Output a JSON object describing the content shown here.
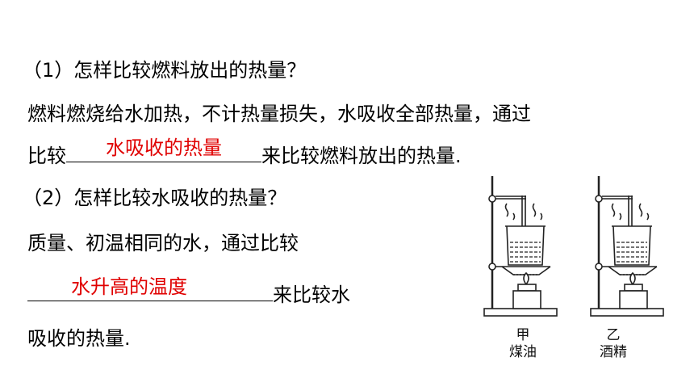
{
  "q1": {
    "title": "（1）怎样比较燃料放出的热量？",
    "body_line1": "燃料燃烧给水加热，不计热量损失，水吸收全部热量，通过",
    "body_prefix": "比较",
    "answer": "水吸收的热量",
    "body_suffix": "来比较燃料放出的热量."
  },
  "q2": {
    "title": "（2）怎样比较水吸收的热量？",
    "body_line1": "质量、初温相同的水，通过比较",
    "answer": "水升高的温度",
    "body_suffix": "来比较水",
    "body_line3": "吸收的热量."
  },
  "figure": {
    "left": {
      "label_top": "甲",
      "label_bottom": "煤油"
    },
    "right": {
      "label_top": "乙",
      "label_bottom": "酒精"
    }
  },
  "colors": {
    "answer": "#e00000"
  }
}
